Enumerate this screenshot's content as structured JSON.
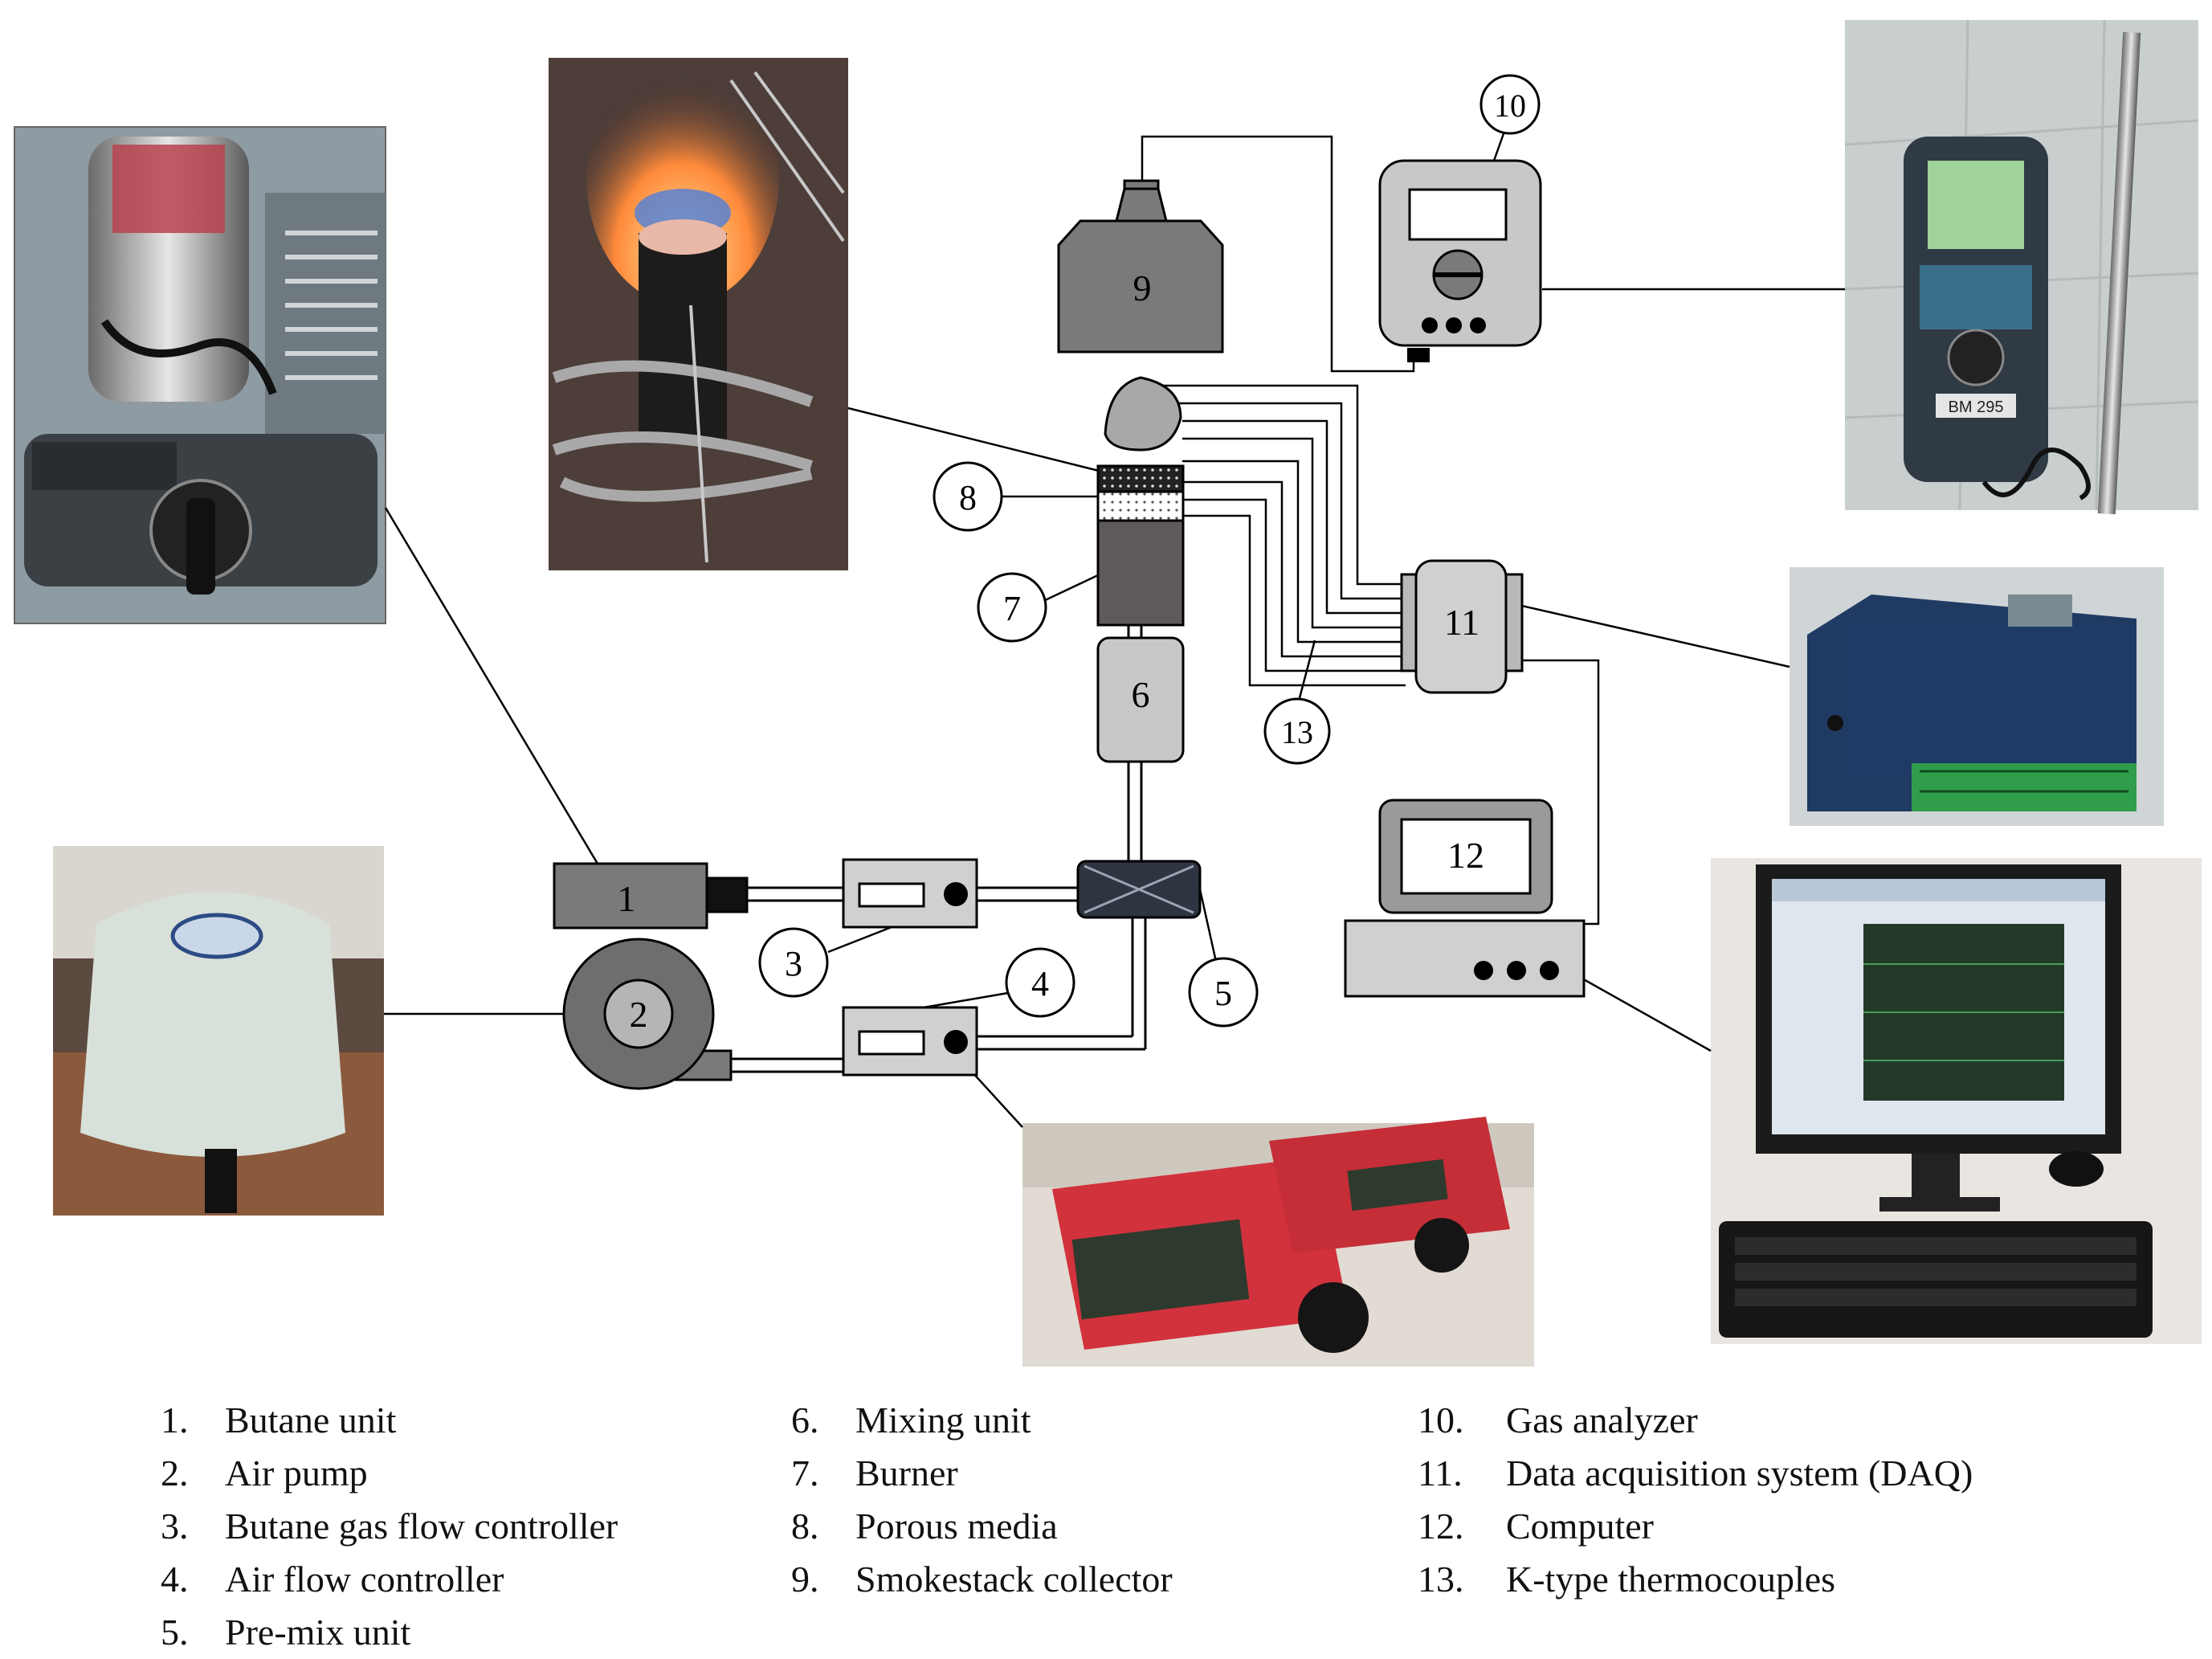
{
  "diagram": {
    "labels": {
      "n1": "1",
      "n2": "2",
      "n3": "3",
      "n4": "4",
      "n5": "5",
      "n6": "6",
      "n7": "7",
      "n8": "8",
      "n9": "9",
      "n10": "10",
      "n11": "11",
      "n12": "12",
      "n13": "13"
    },
    "analyzer_text": "BM 295"
  },
  "legend": {
    "col1": [
      {
        "num": "1.",
        "text": "Butane unit"
      },
      {
        "num": "2.",
        "text": "Air pump"
      },
      {
        "num": "3.",
        "text": "Butane gas flow controller"
      },
      {
        "num": "4.",
        "text": "Air flow controller"
      },
      {
        "num": "5.",
        "text": "Pre-mix unit"
      }
    ],
    "col2": [
      {
        "num": "6.",
        "text": "Mixing unit"
      },
      {
        "num": "7.",
        "text": "Burner"
      },
      {
        "num": "8.",
        "text": "Porous media"
      },
      {
        "num": "9.",
        "text": "Smokestack collector"
      }
    ],
    "col3": [
      {
        "num": "10.",
        "text": "Gas analyzer"
      },
      {
        "num": "11.",
        "text": "Data acquisition system (DAQ)"
      },
      {
        "num": "12.",
        "text": "Computer"
      },
      {
        "num": "13.",
        "text": "K-type thermocouples"
      }
    ]
  }
}
